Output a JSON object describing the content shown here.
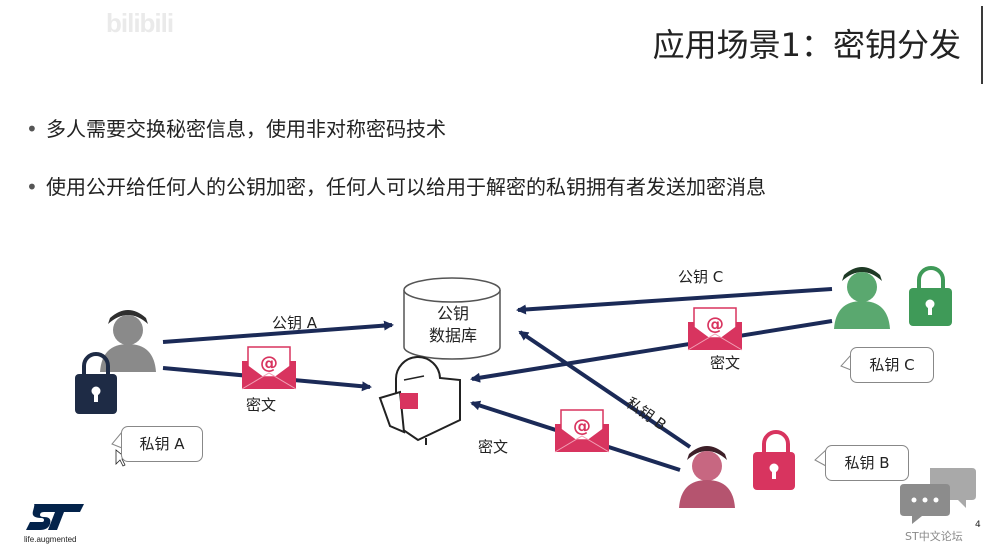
{
  "watermark": "bilibili",
  "slide": {
    "title": "应用场景1：密钥分发",
    "bullets": [
      "多人需要交换秘密信息，使用非对称密码技术",
      "使用公开给任何人的公钥加密，任何人可以给用于解密的私钥拥有者发送加密消息"
    ],
    "page_number": "4"
  },
  "diagram": {
    "database_label": [
      "公钥",
      "数据库"
    ],
    "edge_labels": {
      "pubkey_a": "公钥 A",
      "pubkey_c": "公钥 C",
      "privkey_b": "私钥 B",
      "cipher_a": "密文",
      "cipher_c": "密文",
      "cipher_b": "密文"
    },
    "bubbles": {
      "a": "私钥 A",
      "b": "私钥 B",
      "c": "私钥 C"
    },
    "colors": {
      "arrow": "#1b2a57",
      "person_a": "#8a8a8a",
      "person_b": "#b5546f",
      "person_c": "#5aa86f",
      "lock_a": "#1e2b45",
      "lock_b": "#d8345f",
      "lock_c": "#3f9a58",
      "envelope": "#d8345f"
    }
  },
  "footer": {
    "logo_text": "ST",
    "tagline": "life.augmented",
    "forum": "ST中文论坛"
  }
}
